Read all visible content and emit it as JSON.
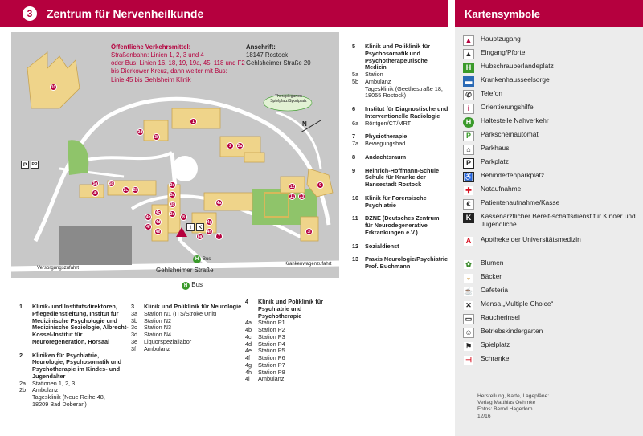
{
  "header": {
    "number": "3",
    "title": "Zentrum für Nervenheilkunde"
  },
  "transit": {
    "title": "Öffentliche Verkehrsmittel:",
    "lines": [
      "Straßenbahn: Linien 1, 2, 3 und 4",
      "oder Bus: Linien 16, 18, 19, 19a, 45, 118 und F2",
      "bis Dierkower Kreuz, dann weiter mit Bus:",
      "Linie 45 bis Gehlsheim Klinik"
    ]
  },
  "address": {
    "title": "Anschrift:",
    "lines": [
      "18147 Rostock",
      "Gehlsheimer Straße 20"
    ]
  },
  "map_labels": {
    "therapiegarten": "Therapiegarten Spielplatz/Sportplatz",
    "versorgung": "Versorgungszufahrt",
    "kranken": "Krankenwagenzufahrt",
    "street": "Gehlsheimer Straße",
    "bus1": "Bus",
    "bus2": "Bus",
    "north": "N",
    "h": "H",
    "p": "P",
    "pr": "PR",
    "sq_i": "i",
    "sq_k": "K",
    "markers": [
      "10",
      "1",
      "3d",
      "3f",
      "2",
      "2a",
      "2c",
      "2b",
      "3e",
      "3a",
      "3b",
      "3c",
      "4a",
      "4b",
      "4c",
      "4d",
      "4e",
      "4f",
      "4g",
      "4h",
      "4i",
      "5a",
      "5b",
      "6a",
      "7",
      "8",
      "9",
      "11",
      "12",
      "13",
      "3l"
    ]
  },
  "buildings": {
    "col1": [
      {
        "num": "1",
        "text": "Klinik- und Institutsdirektoren, Pflegedienstleitung, Institut für Medizinische Psychologie und Medizinische Soziologie, Albrecht-Kossel-Institut für Neuroregeneration, Hörsaal",
        "subs": []
      },
      {
        "num": "2",
        "text": "Kliniken für Psychiatrie, Neurologie, Psychosomatik und Psychotherapie im Kindes- und Jugendalter",
        "subs": [
          {
            "code": "2a",
            "val": "Stationen 1, 2, 3"
          },
          {
            "code": "2b",
            "val": "Ambulanz"
          },
          {
            "code": "",
            "val": "Tagesklinik (Neue Reihe 48,"
          },
          {
            "code": "",
            "val": "18209 Bad Doberan)"
          }
        ]
      }
    ],
    "col2": [
      {
        "num": "3",
        "text": "Klinik und Poliklinik für Neurologie",
        "subs": [
          {
            "code": "3a",
            "val": "Station N1 (ITS/Stroke Unit)"
          },
          {
            "code": "3b",
            "val": "Station N2"
          },
          {
            "code": "3c",
            "val": "Station N3"
          },
          {
            "code": "3d",
            "val": "Station N4"
          },
          {
            "code": "3e",
            "val": "Liquorspeziallabor"
          },
          {
            "code": "3f",
            "val": "Ambulanz"
          }
        ]
      }
    ],
    "col3": [
      {
        "num": "4",
        "text": "Klinik und Poliklinik für Psychiatrie und Psychotherapie",
        "subs": [
          {
            "code": "4a",
            "val": "Station P1"
          },
          {
            "code": "4b",
            "val": "Station P2"
          },
          {
            "code": "4c",
            "val": "Station P3"
          },
          {
            "code": "4d",
            "val": "Station P4"
          },
          {
            "code": "4e",
            "val": "Station P5"
          },
          {
            "code": "4f",
            "val": "Station P6"
          },
          {
            "code": "4g",
            "val": "Station P7"
          },
          {
            "code": "4h",
            "val": "Station P8"
          },
          {
            "code": "4i",
            "val": "Ambulanz"
          }
        ]
      }
    ],
    "col4": [
      {
        "num": "5",
        "text": "Klinik und Poliklinik für Psychosomatik und Psychotherapeutische Medizin",
        "subs": [
          {
            "code": "5a",
            "val": "Station"
          },
          {
            "code": "5b",
            "val": "Ambulanz"
          },
          {
            "code": "",
            "val": "Tagesklinik (Geethestraße 18,"
          },
          {
            "code": "",
            "val": "18055 Rostock)"
          }
        ]
      },
      {
        "num": "6",
        "text": "Institut für Diagnostische und Interventionelle Radiologie",
        "subs": [
          {
            "code": "6a",
            "val": "Röntgen/CT/MRT"
          }
        ]
      },
      {
        "num": "7",
        "text": "Physiotherapie",
        "subs": [
          {
            "code": "7a",
            "val": "Bewegungsbad"
          }
        ]
      },
      {
        "num": "8",
        "text": "Andachtsraum",
        "subs": []
      },
      {
        "num": "9",
        "text": "Heinrich-Hoffmann-Schule Schule für Kranke der Hansestadt Rostock",
        "subs": []
      },
      {
        "num": "10",
        "text": "Klinik für Forensische Psychiatrie",
        "subs": []
      },
      {
        "num": "11",
        "text": "DZNE (Deutsches Zentrum für Neurodegenerative Erkrankungen e.V.)",
        "subs": []
      },
      {
        "num": "12",
        "text": "Sozialdienst",
        "subs": []
      },
      {
        "num": "13",
        "text": "Praxis Neurologie/Psychiatrie Prof. Buchmann",
        "subs": []
      }
    ]
  },
  "legend": {
    "title": "Kartensymbole",
    "items": [
      {
        "label": "Hauptzugang",
        "icon": "main-entrance-icon"
      },
      {
        "label": "Eingang/Pforte",
        "icon": "entrance-icon"
      },
      {
        "label": "Hubschrauberlandeplatz",
        "icon": "helipad-icon"
      },
      {
        "label": "Krankenhausseelsorge",
        "icon": "chaplaincy-icon"
      },
      {
        "label": "Telefon",
        "icon": "phone-icon"
      },
      {
        "label": "Orientierungshilfe",
        "icon": "info-icon"
      },
      {
        "label": "Haltestelle Nahverkehr",
        "icon": "bus-stop-icon"
      },
      {
        "label": "Parkscheinautomat",
        "icon": "parking-meter-icon"
      },
      {
        "label": "Parkhaus",
        "icon": "parking-garage-icon"
      },
      {
        "label": "Parkplatz",
        "icon": "parking-icon"
      },
      {
        "label": "Behindertenparkplatz",
        "icon": "disabled-parking-icon"
      },
      {
        "label": "Notaufnahme",
        "icon": "emergency-icon"
      },
      {
        "label": "Patientenaufnahme/Kasse",
        "icon": "admission-icon"
      },
      {
        "label": "Kassenärztlicher Bereit-schaftsdienst für Kinder und Jugendliche",
        "icon": "k-icon"
      },
      {
        "label": "Apotheke der Universitätsmedizin",
        "icon": "pharmacy-icon"
      },
      {
        "label": "Blumen",
        "icon": "flower-icon"
      },
      {
        "label": "Bäcker",
        "icon": "bakery-icon"
      },
      {
        "label": "Cafeteria",
        "icon": "cafe-icon"
      },
      {
        "label": "Mensa „Multiple Choice“",
        "icon": "canteen-icon"
      },
      {
        "label": "Raucherinsel",
        "icon": "smoking-icon"
      },
      {
        "label": "Betriebskindergarten",
        "icon": "kindergarten-icon"
      },
      {
        "label": "Spielplatz",
        "icon": "playground-icon"
      },
      {
        "label": "Schranke",
        "icon": "barrier-icon"
      }
    ],
    "glyphs": {
      "parking": "P",
      "k": "K",
      "info": "i",
      "halt": "H"
    },
    "credits": [
      "Herstellung, Karte, Lagepläne:",
      "Verlag Matthias Oehmke",
      "Fotos: Bernd Hagedorn",
      "12/16"
    ]
  },
  "colors": {
    "brand": "#b5003e",
    "building": "#efd48a",
    "map": "#c8c8c8",
    "road": "#ffffff",
    "green": "#8fc46a"
  }
}
